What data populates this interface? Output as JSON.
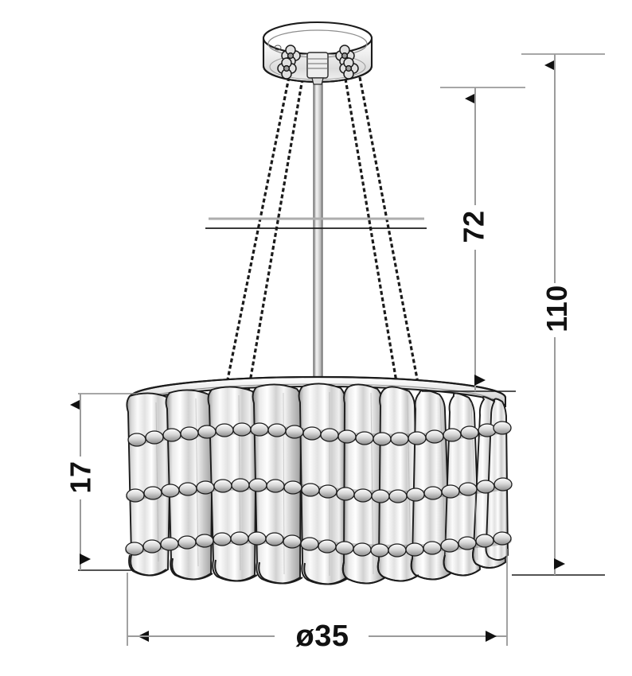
{
  "drawing": {
    "title": "Pendant chandelier technical dimension drawing",
    "units": "cm",
    "line_color": "#1a1a1a",
    "dimension_line_color": "#777777",
    "glass_fill": "#f2f2f2",
    "background": "#ffffff"
  },
  "dimensions": {
    "total_height": {
      "label": "110",
      "name": "total-height",
      "orientation": "vertical",
      "side": "right-outer"
    },
    "suspension_height": {
      "label": "72",
      "name": "suspension-height",
      "orientation": "vertical",
      "side": "right-inner"
    },
    "shade_height": {
      "label": "17",
      "name": "shade-height",
      "orientation": "vertical",
      "side": "left"
    },
    "shade_diameter": {
      "label": "ø35",
      "name": "shade-diameter",
      "orientation": "horizontal",
      "side": "bottom"
    }
  },
  "fixture": {
    "canopy": "ceiling-canopy",
    "center_rod": "center-support-rod",
    "cables": "suspension-cables",
    "cable_count": 4,
    "ceiling_line": "ceiling-reference-line",
    "shade": "glass-panel-shade",
    "panel_count": 12,
    "crystal_rows": 3
  }
}
